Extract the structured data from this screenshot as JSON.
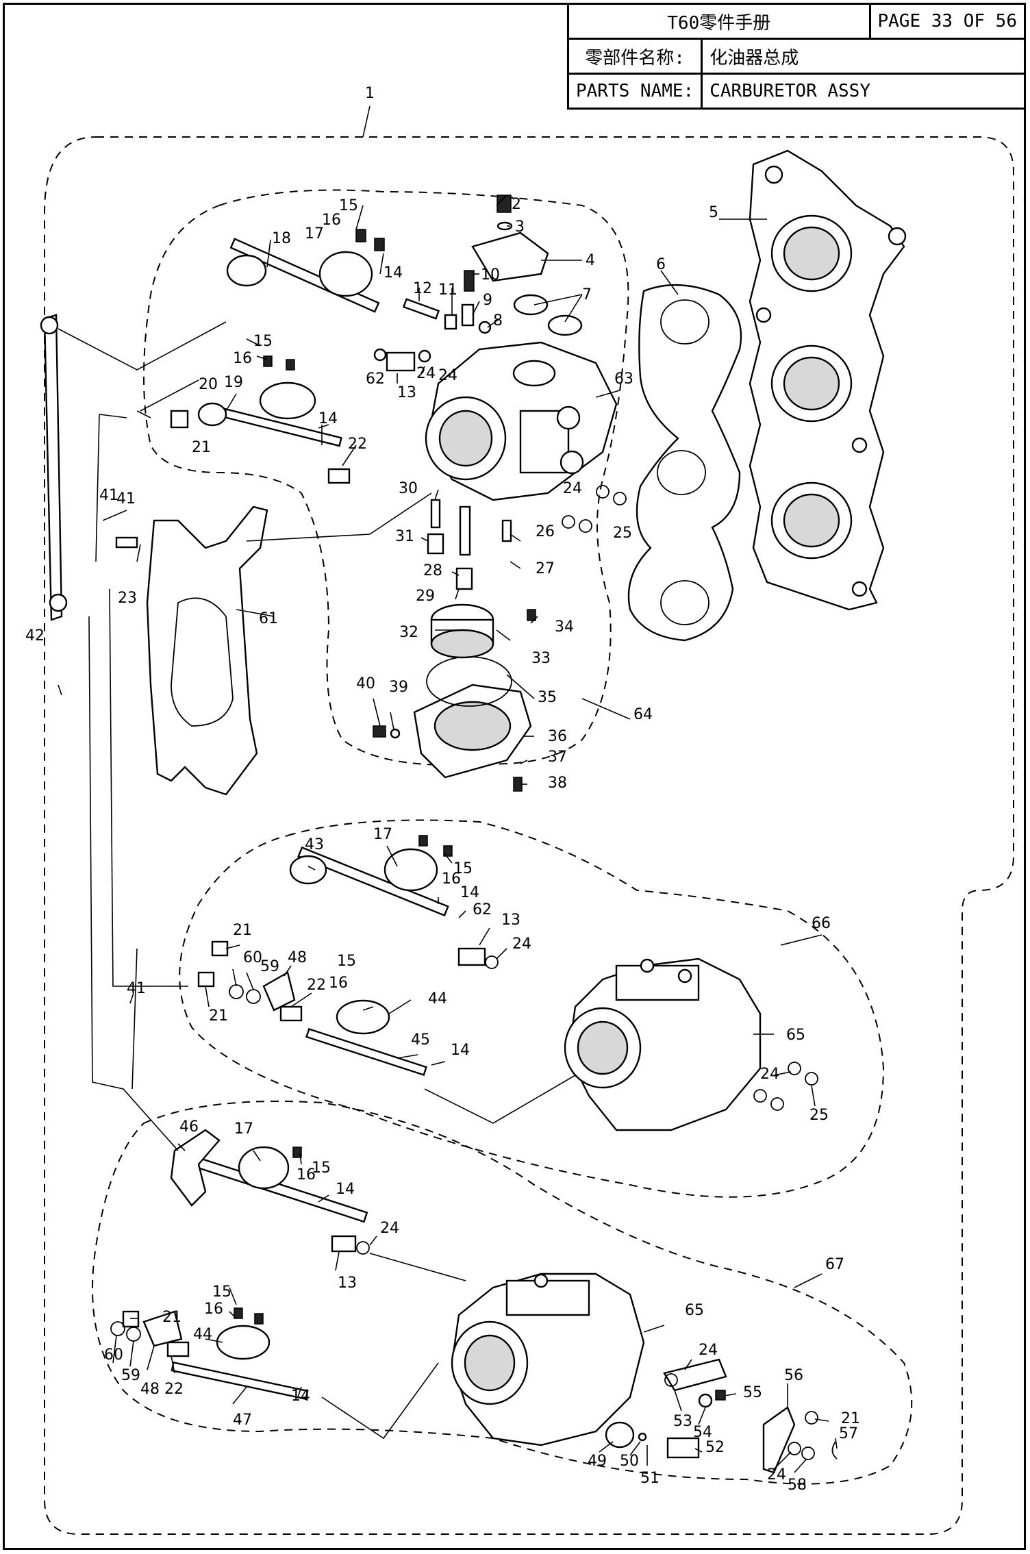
{
  "header": {
    "manual_title": "T60零件手册",
    "page": "PAGE 33 OF 56",
    "name_cn_label": "零部件名称:",
    "name_cn_value": "化油器总成",
    "name_en_label": "PARTS NAME:",
    "name_en_value": "CARBURETOR ASSY"
  },
  "callouts": [
    "1",
    "2",
    "3",
    "4",
    "5",
    "6",
    "7",
    "8",
    "9",
    "10",
    "11",
    "12",
    "13",
    "14",
    "15",
    "16",
    "17",
    "18",
    "19",
    "20",
    "21",
    "22",
    "23",
    "24",
    "25",
    "26",
    "27",
    "28",
    "29",
    "30",
    "31",
    "32",
    "33",
    "34",
    "35",
    "36",
    "37",
    "38",
    "39",
    "40",
    "41",
    "42",
    "43",
    "44",
    "45",
    "46",
    "47",
    "48",
    "49",
    "50",
    "51",
    "52",
    "53",
    "54",
    "55",
    "56",
    "57",
    "58",
    "59",
    "60",
    "61",
    "62",
    "63",
    "64",
    "65",
    "66",
    "67"
  ]
}
